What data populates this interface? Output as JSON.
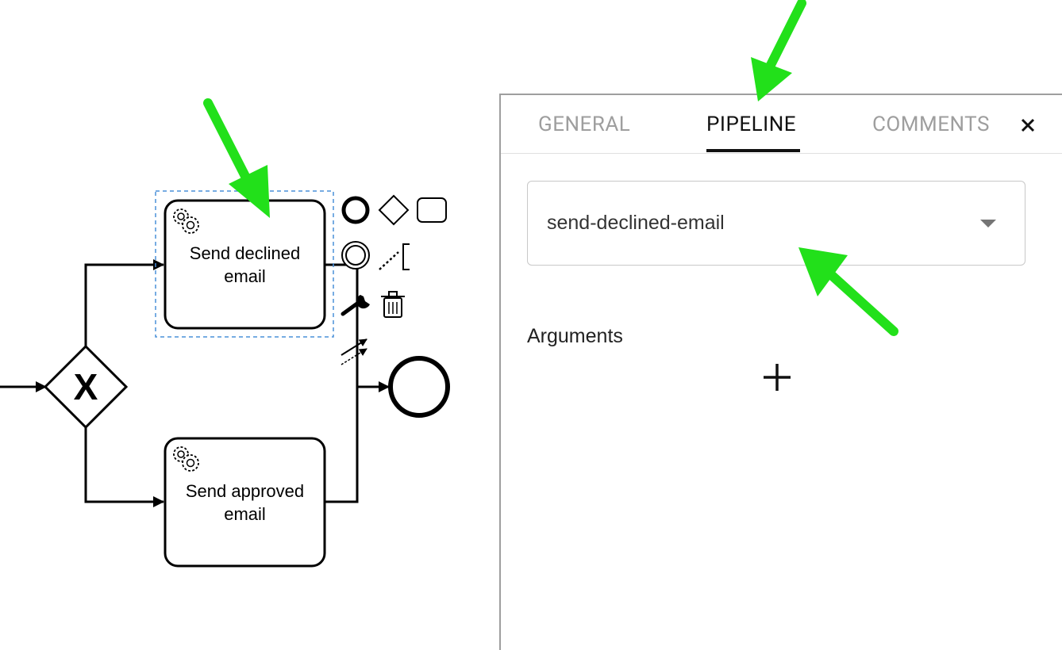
{
  "diagram": {
    "tasks": [
      {
        "id": "send-declined",
        "label_line1": "Send declined",
        "label_line2": "email",
        "selected": true
      },
      {
        "id": "send-approved",
        "label_line1": "Send approved",
        "label_line2": "email",
        "selected": false
      }
    ],
    "gateway_symbol": "X",
    "context_pad_icons": [
      "end-event-icon",
      "gateway-icon",
      "task-icon",
      "intermediate-event-icon",
      "text-annotation-icon",
      "wrench-icon",
      "trash-icon",
      "connect-icon"
    ]
  },
  "panel": {
    "tabs": [
      "GENERAL",
      "PIPELINE",
      "COMMENTS"
    ],
    "active_tab": "PIPELINE",
    "close_icon": "close-icon",
    "pipeline_select": {
      "value": "send-declined-email"
    },
    "arguments_label": "Arguments",
    "add_icon": "plus-icon"
  },
  "annotations": {
    "arrow_color": "#22e01a"
  }
}
